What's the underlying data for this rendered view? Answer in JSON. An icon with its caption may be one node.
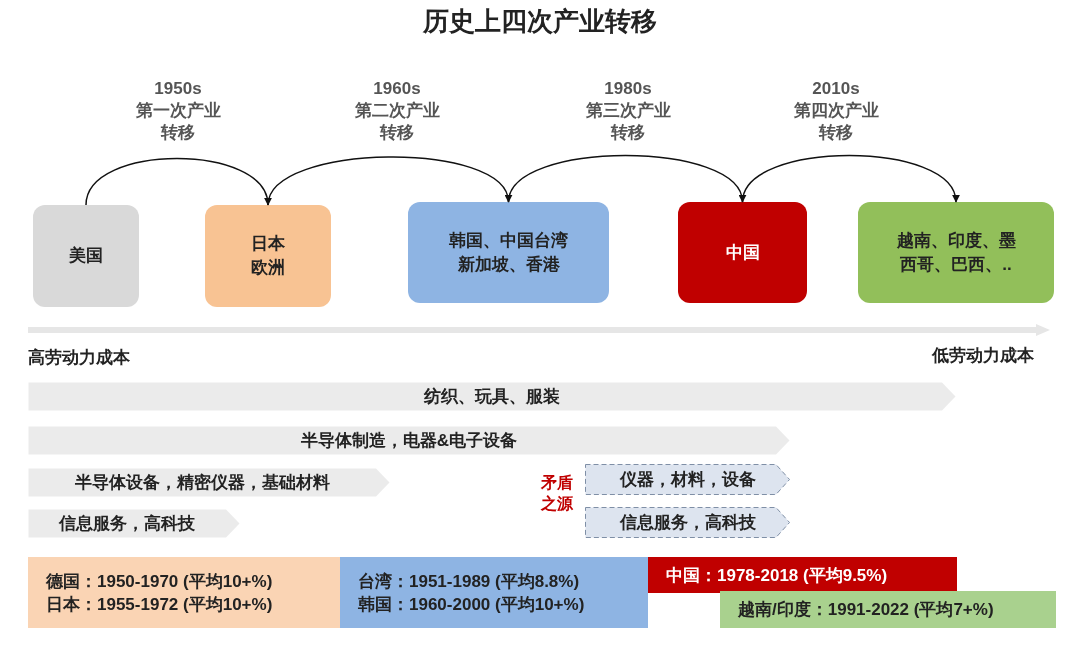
{
  "diagram": {
    "title": "历史上四次产业转移",
    "nodes": [
      {
        "text": [
          "美国"
        ]
      },
      {
        "text": [
          "日本欧洲"
        ]
      },
      {
        "text": [
          "韩国、中国台湾新加坡、香港"
        ]
      },
      {
        "text": [
          "中国"
        ]
      },
      {
        "text": [
          "越南、印度、墨西哥、巴西、.."
        ]
      },
      {
        "text": [
          "纺织、玩具、服装"
        ]
      },
      {
        "text": [
          "半导体制造，电器&电子设备"
        ]
      },
      {
        "text": [
          "半导体设备，精密仪器，基础材料"
        ]
      },
      {
        "text": [
          "仪器，材料，设备"
        ]
      },
      {
        "text": [
          "信息服务，高科技"
        ]
      },
      {
        "text": [
          "信息服务，高科技"
        ]
      },
      {
        "text": [
          "德国：1950-1970 (平均10+%)",
          "日本：1955-1972 (平均10+%)"
        ]
      },
      {
        "text": [
          "台湾：1951-1989 (平均8.8%)",
          "韩国：1960-2000 (平均10+%)"
        ]
      },
      {
        "text": [
          "中国：1978-2018 (平均9.5%)"
        ]
      },
      {
        "text": [
          "越南/印度：1991-2022 (平均7+%)"
        ]
      }
    ],
    "edges": [
      {
        "from": 0,
        "to": 1,
        "arrow": "to",
        "label": "1950s 第一次产业转移"
      },
      {
        "from": 1,
        "to": 2,
        "arrow": "to",
        "label": "1960s 第二次产业转移"
      },
      {
        "from": 2,
        "to": 3,
        "arrow": "to",
        "label": "1980s 第三次产业转移"
      },
      {
        "from": 3,
        "to": 4,
        "arrow": "to",
        "label": "2010s 第四次产业转移"
      }
    ],
    "labels": [
      "高劳动力成本",
      "低劳动力成本",
      "矛盾之源"
    ]
  }
}
